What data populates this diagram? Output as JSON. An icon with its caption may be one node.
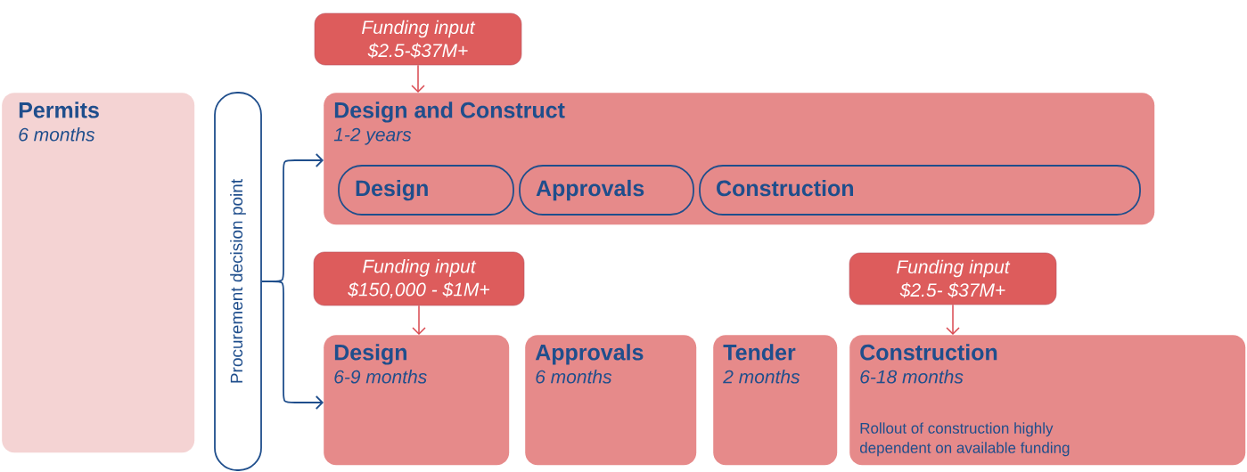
{
  "diagram": {
    "nodes": [
      {
        "text": [
          "Permits",
          "6 months"
        ]
      },
      {
        "text": [
          "Procurement decision point"
        ]
      },
      {
        "text": [
          "Funding input",
          "$2.5-$37M+"
        ]
      },
      {
        "text": [
          "Design and Construct",
          "1-2 years"
        ]
      },
      {
        "text": [
          "Design"
        ],
        "in": 3
      },
      {
        "text": [
          "Approvals"
        ],
        "in": 3
      },
      {
        "text": [
          "Construction"
        ],
        "in": 3
      },
      {
        "text": [
          "Funding input",
          "$150,000 - $1M+"
        ]
      },
      {
        "text": [
          "Funding input",
          "$2.5- $37M+"
        ]
      },
      {
        "text": [
          "Design",
          "6-9 months"
        ]
      },
      {
        "text": [
          "Approvals",
          "6 months"
        ]
      },
      {
        "text": [
          "Tender",
          "2 months"
        ]
      },
      {
        "text": [
          "Construction",
          "6-18 months",
          "Rollout of construction highly dependent on available funding"
        ]
      }
    ],
    "edges": [
      {
        "from": 2,
        "to": 3,
        "arrow": "to"
      },
      {
        "from": 1,
        "to": 3,
        "arrow": "to",
        "color": "#1f4e8c"
      },
      {
        "from": 1,
        "to": 9,
        "arrow": "to",
        "color": "#1f4e8c"
      },
      {
        "from": 7,
        "to": 9,
        "arrow": "to"
      },
      {
        "from": 8,
        "to": 12,
        "arrow": "to"
      }
    ]
  }
}
